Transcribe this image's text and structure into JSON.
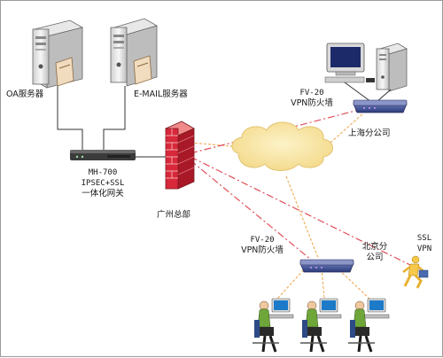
{
  "nodes": {
    "oa_server": {
      "label": "OA服务器"
    },
    "email_server": {
      "label": "E-MAIL服务器"
    },
    "gateway": {
      "line1": "MH-700",
      "line2": "IPSEC+SSL",
      "line3": "一体化网关"
    },
    "hq": {
      "label": "广州总部"
    },
    "shanghai": {
      "fw_line1": "FV-20",
      "fw_line2": "VPN防火墙",
      "office": "上海分公司"
    },
    "beijing": {
      "fw_line1": "FV-20",
      "fw_line2": "VPN防火墙",
      "office_line1": "北京分",
      "office_line2": "公司"
    },
    "ssl_vpn": {
      "line1": "SSL",
      "line2": "VPN"
    }
  },
  "colors": {
    "vpn_tunnel": "#e0505a",
    "ssl_tunnel": "#e0505a",
    "link_orange": "#f0b060",
    "cloud": "#f8e6a0",
    "firewall_brick": "#d8283a",
    "device_blue": "#3a4a8c"
  }
}
